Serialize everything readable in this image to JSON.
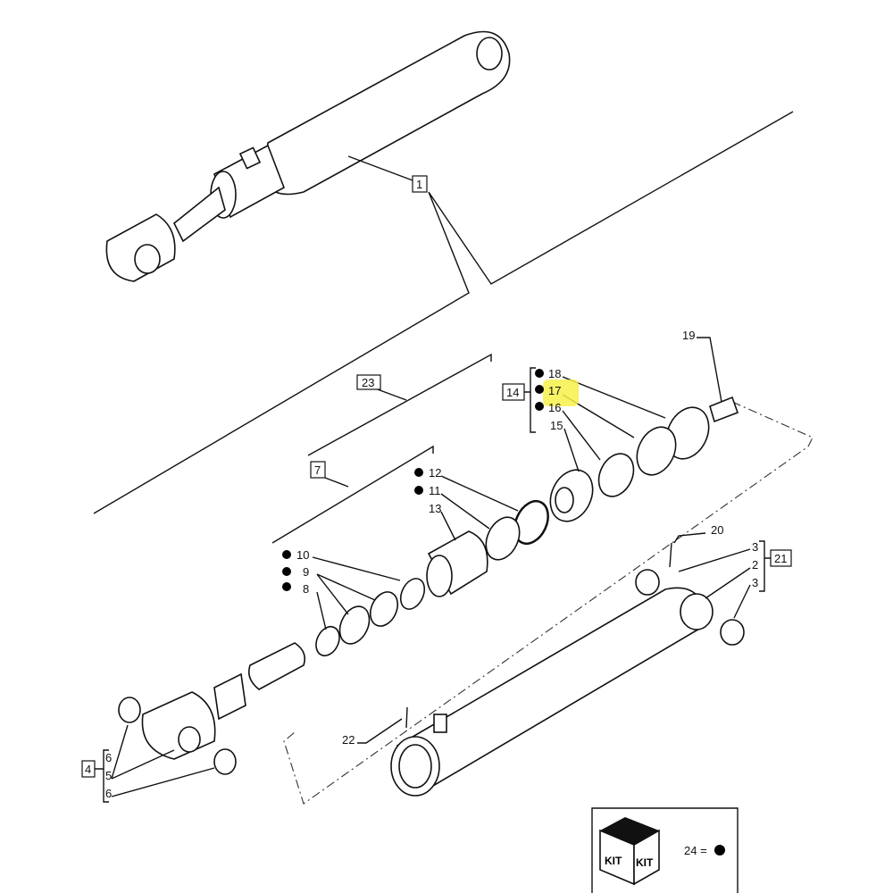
{
  "diagram": {
    "title": "Hydraulic cylinder exploded parts diagram",
    "highlight_color": "#f7f04a",
    "highlighted_part": "17",
    "callouts": {
      "p1": "1",
      "p2": "2",
      "p3a": "3",
      "p3b": "3",
      "p4": "4",
      "p5": "5",
      "p6a": "6",
      "p6b": "6",
      "p7": "7",
      "p8": "8",
      "p9": "9",
      "p10": "10",
      "p11": "11",
      "p12": "12",
      "p13": "13",
      "p14": "14",
      "p15": "15",
      "p16": "16",
      "p17": "17",
      "p18": "18",
      "p19": "19",
      "p20": "20",
      "p21": "21",
      "p22": "22",
      "p23": "23"
    },
    "kit_legend": {
      "kit_label_left": "KIT",
      "kit_label_right": "KIT",
      "legend_text": "24 ="
    }
  }
}
